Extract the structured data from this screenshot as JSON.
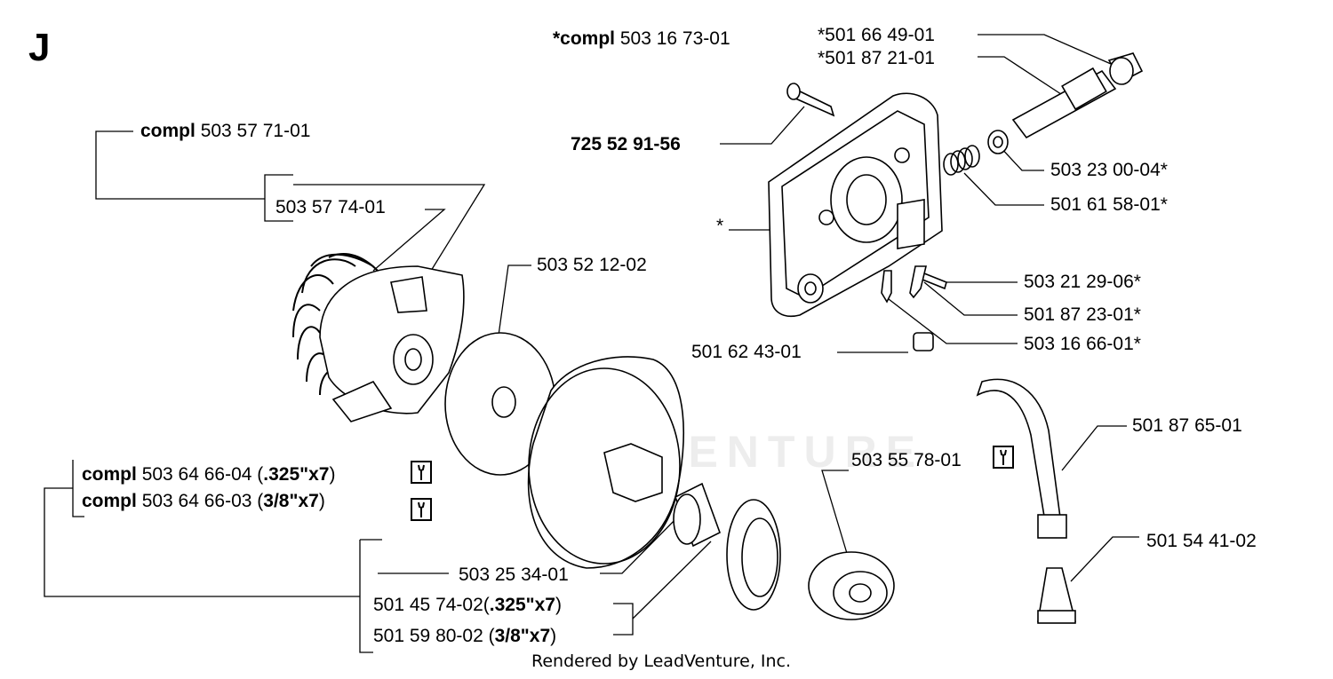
{
  "section_letter": "J",
  "watermark_text": "LEADVENTURE",
  "footer_text": "Rendered by LeadVenture, Inc.",
  "labels": {
    "compl_50316731": {
      "prefix": "*compl",
      "number": "503 16 73-01"
    },
    "p50166491": "*501 66 49-01",
    "p50187211": "*501 87 21-01",
    "p72552915": "725 52 91-56",
    "compl_50357711": {
      "prefix": "compl",
      "number": "503 57 71-01"
    },
    "p50357741": "503 57 74-01",
    "p50323004": "503 23 00-04*",
    "p50161581": "501 61 58-01*",
    "star": "*",
    "p50352122": "503 52 12-02",
    "p50321296": "503 21 29-06*",
    "p50187231": "501 87 23-01*",
    "p50316661": "503 16 66-01*",
    "p50162431": "501 62 43-01",
    "p50187651": "501 87 65-01",
    "compl_50364664": {
      "prefix": "compl",
      "number": "503 64 66-04 (",
      "spec": ".325\"x7",
      "suffix": ")"
    },
    "compl_50364663": {
      "prefix": "compl",
      "number": "503 64 66-03 (",
      "spec": "3/8\"x7",
      "suffix": ")"
    },
    "p50355781": "503 55 78-01",
    "p50154412": "501 54 41-02",
    "p50325341": "503 25 34-01",
    "p50145742": {
      "number": "501 45 74-02(",
      "spec": ".325\"x7",
      "suffix": ")"
    },
    "p50159802": {
      "number": "501 59 80-02 (",
      "spec": "3/8\"x7",
      "suffix": ")"
    }
  },
  "icons": [
    "wrench-icon",
    "wrench-icon",
    "wrench-icon"
  ]
}
